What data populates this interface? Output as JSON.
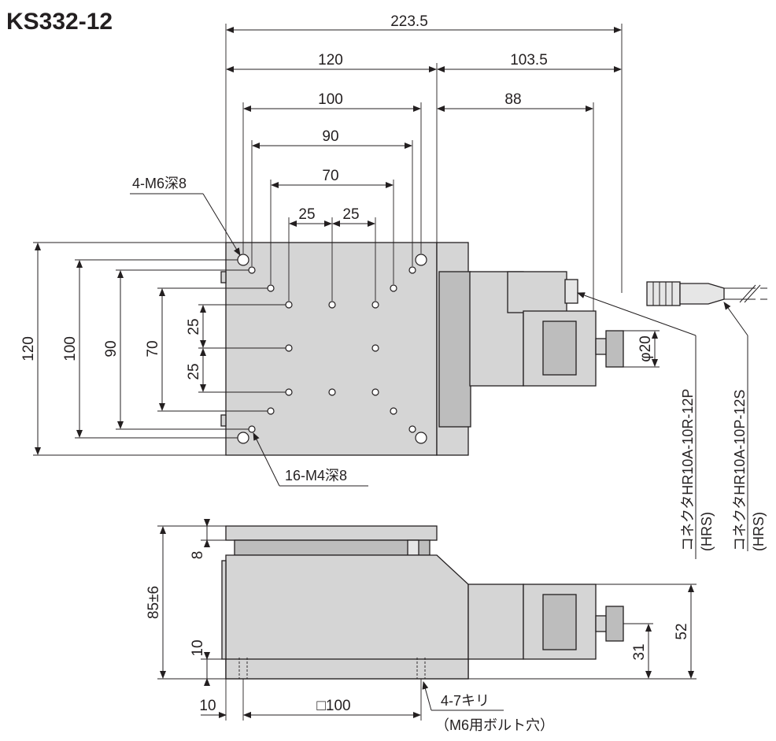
{
  "title": "KS332-12",
  "top_view": {
    "dims_horizontal": [
      "223.5",
      "120",
      "103.5",
      "100",
      "88",
      "90",
      "70",
      "25",
      "25"
    ],
    "dims_vertical": [
      "120",
      "100",
      "90",
      "70",
      "25",
      "25"
    ],
    "callout_m6": "4-M6深8",
    "callout_m4": "16-M4深8",
    "diameter": "φ20",
    "connector_r": "コネクタHR10A-10R-12P",
    "connector_r_maker": "(HRS)",
    "connector_p": "コネクタHR10A-10P-12S",
    "connector_p_maker": "(HRS)"
  },
  "side_view": {
    "dim_height": "85±6",
    "dim_top": "8",
    "dim_bottom": "10",
    "dim_left": "10",
    "dim_square": "□100",
    "dim_52": "52",
    "dim_31": "31",
    "hole_note": "4-7キリ",
    "hole_note_sub": "（M6用ボルト穴）"
  }
}
